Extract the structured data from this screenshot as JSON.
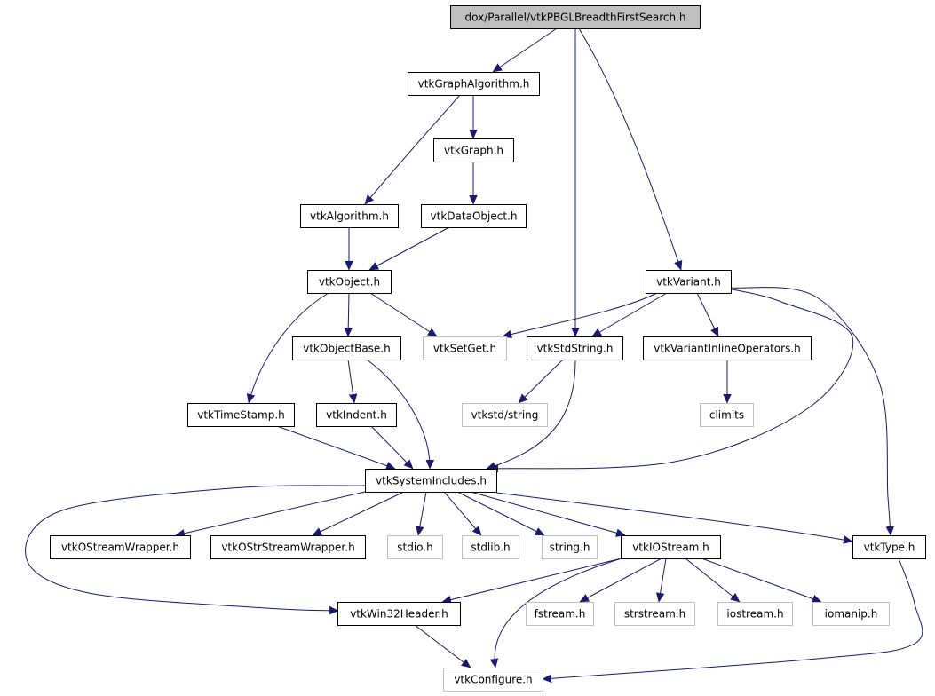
{
  "graph": {
    "colors": {
      "edge": "#191970",
      "root_fill": "#bfbfbf",
      "node_fill": "#ffffff",
      "node_border": "#000000",
      "external_border": "#bfbfbf",
      "external_text": "#000000"
    },
    "nodes": [
      {
        "id": "root",
        "label": "dox/Parallel/vtkPBGLBreadthFirstSearch.h",
        "kind": "root"
      },
      {
        "id": "graphalg",
        "label": "vtkGraphAlgorithm.h",
        "kind": "local"
      },
      {
        "id": "graph",
        "label": "vtkGraph.h",
        "kind": "local"
      },
      {
        "id": "algorithm",
        "label": "vtkAlgorithm.h",
        "kind": "local"
      },
      {
        "id": "dataobject",
        "label": "vtkDataObject.h",
        "kind": "local"
      },
      {
        "id": "object",
        "label": "vtkObject.h",
        "kind": "local"
      },
      {
        "id": "variant",
        "label": "vtkVariant.h",
        "kind": "local"
      },
      {
        "id": "objectbase",
        "label": "vtkObjectBase.h",
        "kind": "local"
      },
      {
        "id": "setget",
        "label": "vtkSetGet.h",
        "kind": "external"
      },
      {
        "id": "stdstring",
        "label": "vtkStdString.h",
        "kind": "local"
      },
      {
        "id": "variantops",
        "label": "vtkVariantInlineOperators.h",
        "kind": "local"
      },
      {
        "id": "vtkstdstring",
        "label": "vtkstd/string",
        "kind": "external"
      },
      {
        "id": "climits",
        "label": "climits",
        "kind": "external"
      },
      {
        "id": "timestamp",
        "label": "vtkTimeStamp.h",
        "kind": "local"
      },
      {
        "id": "indent",
        "label": "vtkIndent.h",
        "kind": "local"
      },
      {
        "id": "sysinc",
        "label": "vtkSystemIncludes.h",
        "kind": "local"
      },
      {
        "id": "ostreamwrapper",
        "label": "vtkOStreamWrapper.h",
        "kind": "local"
      },
      {
        "id": "ostrstreamwrapper",
        "label": "vtkOStrStreamWrapper.h",
        "kind": "local"
      },
      {
        "id": "stdio",
        "label": "stdio.h",
        "kind": "external"
      },
      {
        "id": "stdlib",
        "label": "stdlib.h",
        "kind": "external"
      },
      {
        "id": "string",
        "label": "string.h",
        "kind": "external"
      },
      {
        "id": "iostream_h",
        "label": "vtkIOStream.h",
        "kind": "local"
      },
      {
        "id": "type",
        "label": "vtkType.h",
        "kind": "local"
      },
      {
        "id": "win32",
        "label": "vtkWin32Header.h",
        "kind": "local"
      },
      {
        "id": "fstream",
        "label": "fstream.h",
        "kind": "external"
      },
      {
        "id": "strstream",
        "label": "strstream.h",
        "kind": "external"
      },
      {
        "id": "iostream",
        "label": "iostream.h",
        "kind": "external"
      },
      {
        "id": "iomanip",
        "label": "iomanip.h",
        "kind": "external"
      },
      {
        "id": "configure",
        "label": "vtkConfigure.h",
        "kind": "external"
      }
    ],
    "edges": [
      {
        "from": "root",
        "to": "graphalg"
      },
      {
        "from": "root",
        "to": "stdstring"
      },
      {
        "from": "root",
        "to": "variant"
      },
      {
        "from": "graphalg",
        "to": "graph"
      },
      {
        "from": "graphalg",
        "to": "algorithm"
      },
      {
        "from": "graph",
        "to": "dataobject"
      },
      {
        "from": "algorithm",
        "to": "object"
      },
      {
        "from": "dataobject",
        "to": "object"
      },
      {
        "from": "object",
        "to": "objectbase"
      },
      {
        "from": "object",
        "to": "setget"
      },
      {
        "from": "object",
        "to": "timestamp"
      },
      {
        "from": "objectbase",
        "to": "indent"
      },
      {
        "from": "objectbase",
        "to": "sysinc"
      },
      {
        "from": "variant",
        "to": "setget"
      },
      {
        "from": "variant",
        "to": "stdstring"
      },
      {
        "from": "variant",
        "to": "variantops"
      },
      {
        "from": "variant",
        "to": "sysinc"
      },
      {
        "from": "variant",
        "to": "type"
      },
      {
        "from": "stdstring",
        "to": "vtkstdstring"
      },
      {
        "from": "stdstring",
        "to": "sysinc"
      },
      {
        "from": "variantops",
        "to": "climits"
      },
      {
        "from": "timestamp",
        "to": "sysinc"
      },
      {
        "from": "indent",
        "to": "sysinc"
      },
      {
        "from": "sysinc",
        "to": "ostreamwrapper"
      },
      {
        "from": "sysinc",
        "to": "ostrstreamwrapper"
      },
      {
        "from": "sysinc",
        "to": "stdio"
      },
      {
        "from": "sysinc",
        "to": "stdlib"
      },
      {
        "from": "sysinc",
        "to": "string"
      },
      {
        "from": "sysinc",
        "to": "iostream_h"
      },
      {
        "from": "sysinc",
        "to": "type"
      },
      {
        "from": "sysinc",
        "to": "win32"
      },
      {
        "from": "iostream_h",
        "to": "win32"
      },
      {
        "from": "iostream_h",
        "to": "fstream"
      },
      {
        "from": "iostream_h",
        "to": "strstream"
      },
      {
        "from": "iostream_h",
        "to": "iostream"
      },
      {
        "from": "iostream_h",
        "to": "iomanip"
      },
      {
        "from": "iostream_h",
        "to": "configure"
      },
      {
        "from": "win32",
        "to": "configure"
      },
      {
        "from": "type",
        "to": "configure"
      }
    ]
  }
}
